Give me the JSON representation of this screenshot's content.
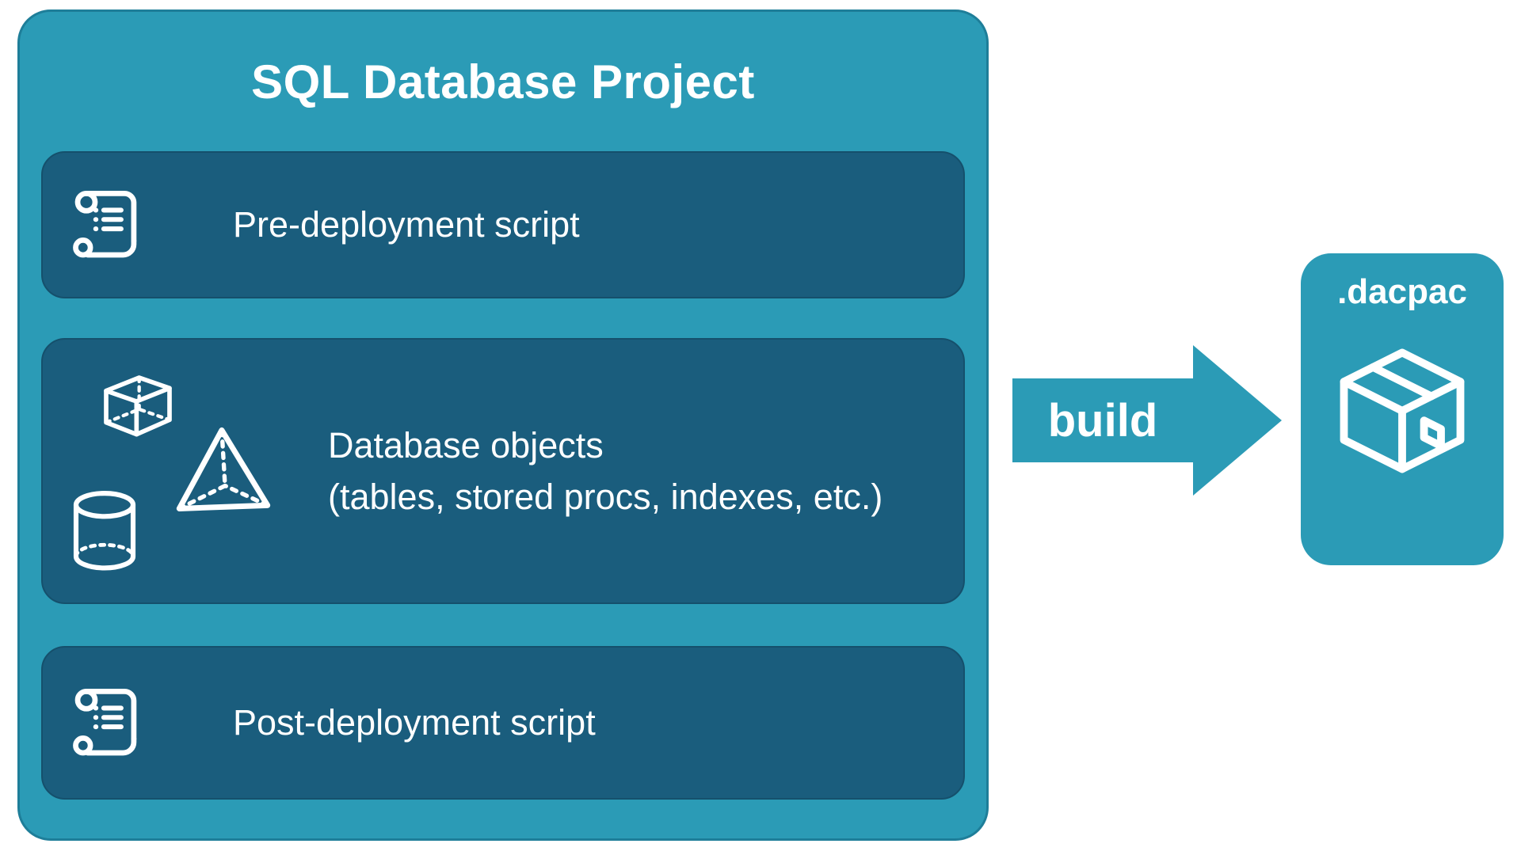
{
  "colors": {
    "teal": "#2B9BB6",
    "teal-border": "#1E7E99",
    "dark": "#1A5D7D",
    "dark-border": "#15506C",
    "text": "#FFFFFF"
  },
  "project": {
    "title": "SQL Database Project",
    "boxes": [
      {
        "label": "Pre-deployment script",
        "icon": "scroll-icon"
      },
      {
        "label": "Database objects",
        "sublabel": "(tables, stored procs, indexes, etc.)",
        "icons": [
          "cube-icon",
          "pyramid-icon",
          "cylinder-icon"
        ]
      },
      {
        "label": "Post-deployment script",
        "icon": "scroll-icon"
      }
    ]
  },
  "arrow": {
    "label": "build",
    "direction": "right"
  },
  "output": {
    "label": ".dacpac",
    "icon": "package-icon"
  }
}
